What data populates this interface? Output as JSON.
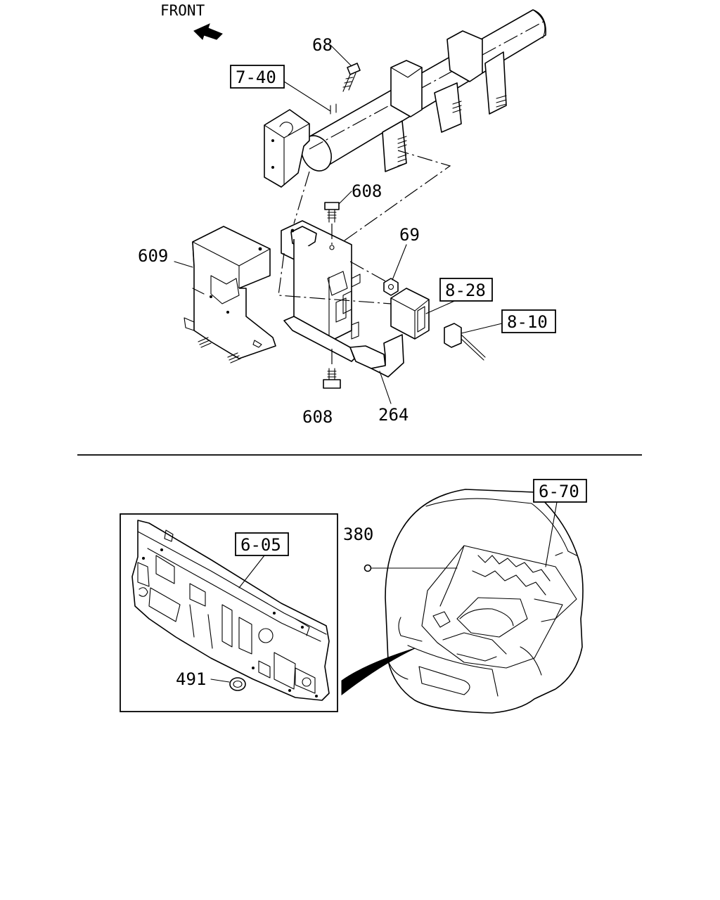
{
  "direction_label": "FRONT",
  "callouts": {
    "c68": "68",
    "c7_40": "7-40",
    "c608_top": "608",
    "c69": "69",
    "c609": "609",
    "c8_28": "8-28",
    "c8_10": "8-10",
    "c608_bottom": "608",
    "c264": "264",
    "c6_70": "6-70",
    "c380": "380",
    "c6_05": "6-05",
    "c491": "491"
  }
}
